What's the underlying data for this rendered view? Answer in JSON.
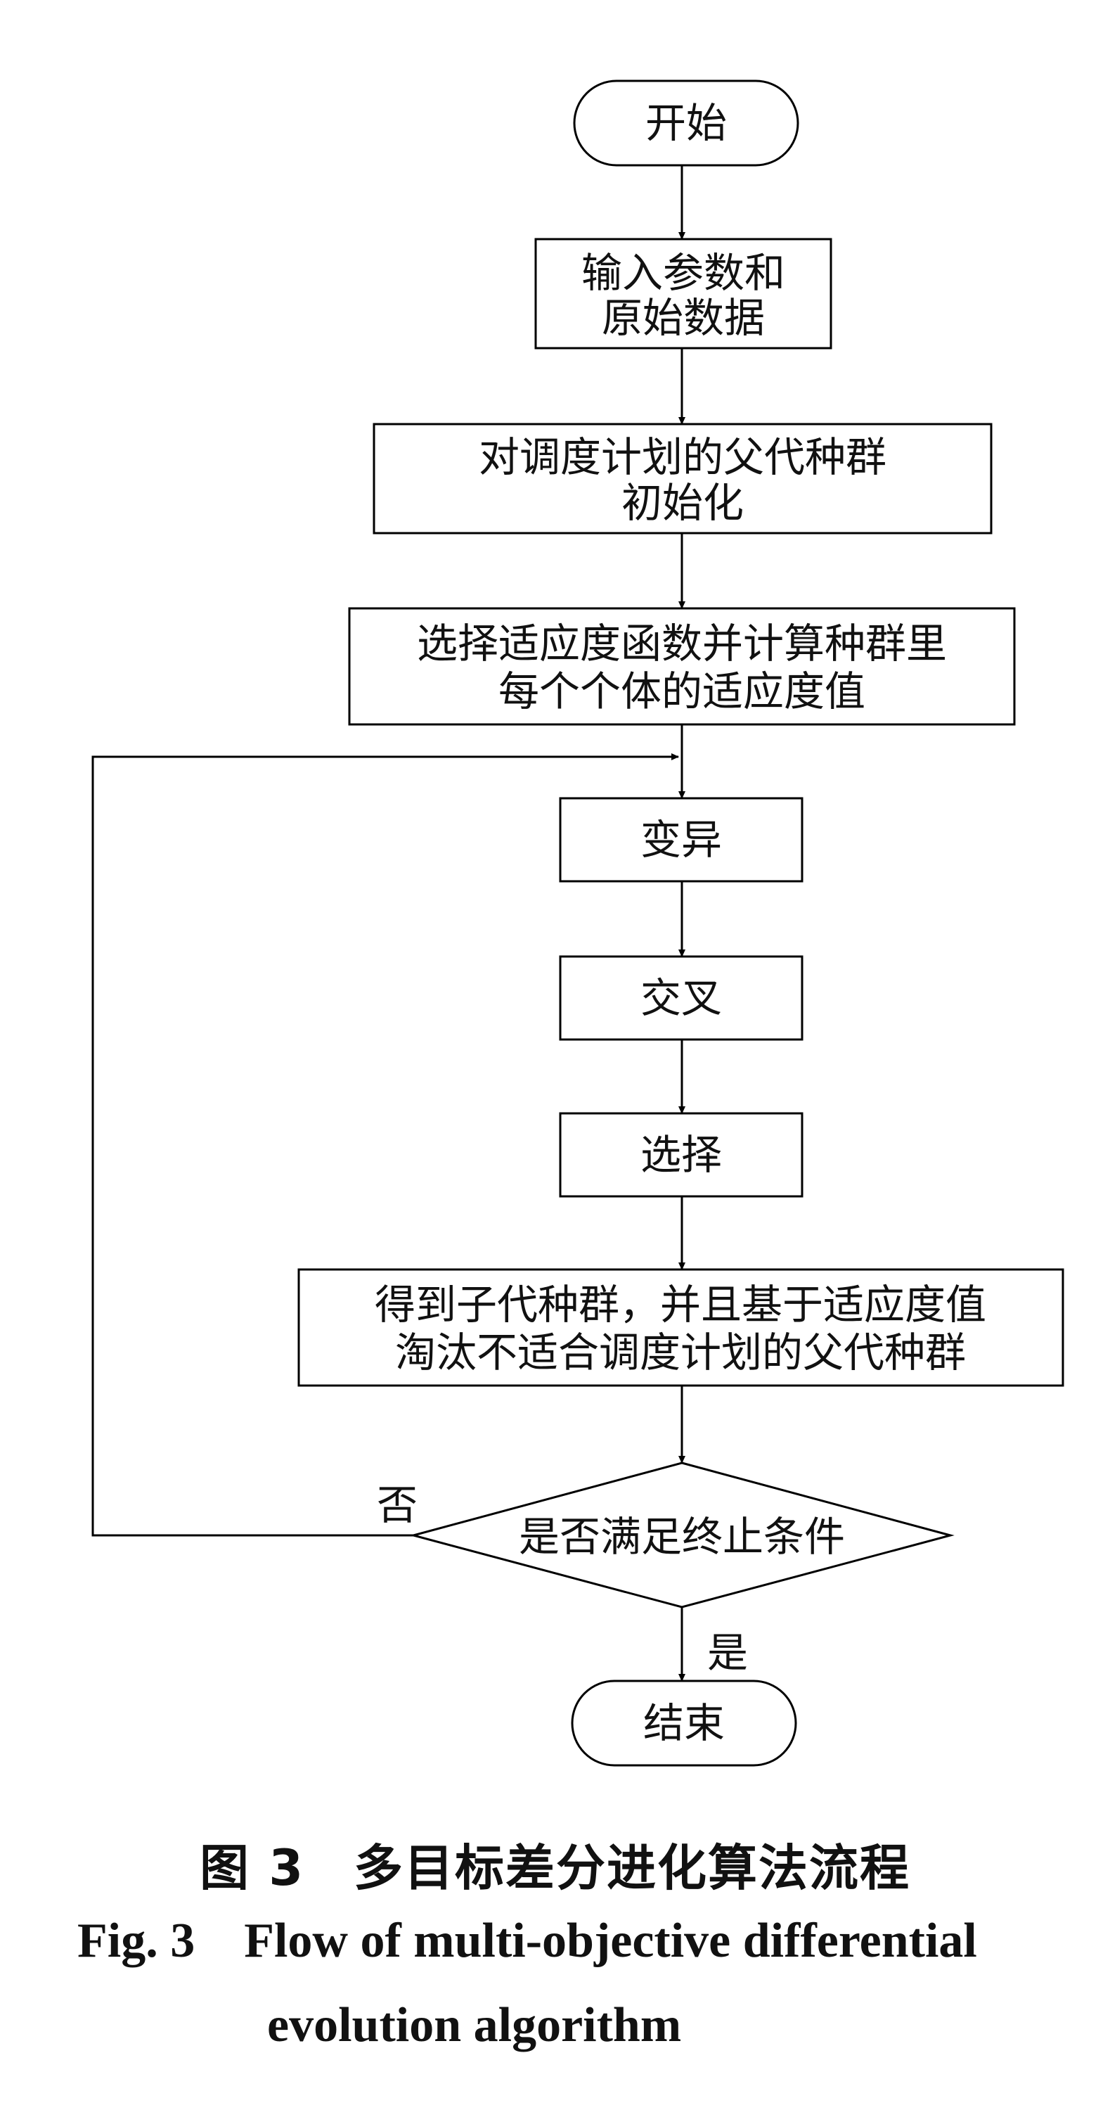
{
  "nodes": {
    "start": "开始",
    "input_line1": "输入参数和",
    "input_line2": "原始数据",
    "init_line1": "对调度计划的父代种群",
    "init_line2": "初始化",
    "fitness_line1": "选择适应度函数并计算种群里",
    "fitness_line2": "每个个体的适应度值",
    "mutation": "变异",
    "crossover": "交叉",
    "selection": "选择",
    "offspring_line1": "得到子代种群，并且基于适应度值",
    "offspring_line2": "淘汰不适合调度计划的父代种群",
    "decision": "是否满足终止条件",
    "end": "结束"
  },
  "edge_labels": {
    "no": "否",
    "yes": "是"
  },
  "caption": {
    "cn_number": "图 3",
    "cn_title": "多目标差分进化算法流程",
    "en_number": "Fig. 3",
    "en_title_line1": "Flow of multi-objective differential",
    "en_title_line2": "evolution algorithm"
  }
}
